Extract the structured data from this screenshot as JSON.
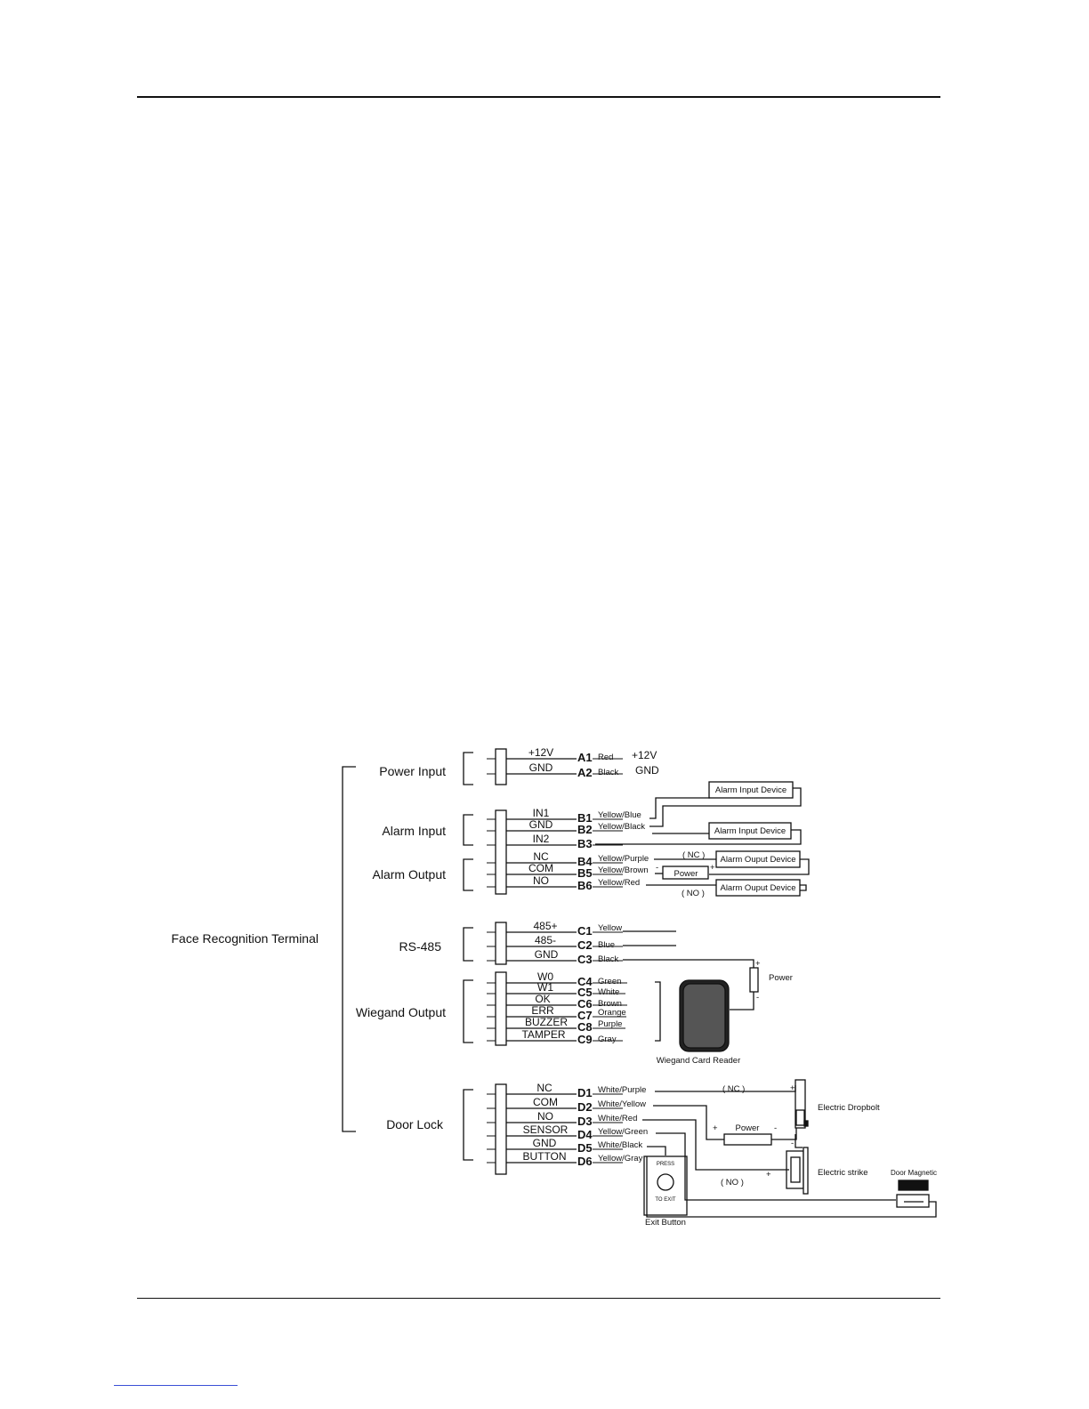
{
  "terminal_label": "Face Recognition Terminal",
  "groups": {
    "power_input": "Power Input",
    "alarm_input": "Alarm Input",
    "alarm_output": "Alarm Output",
    "rs485": "RS-485",
    "wiegand_output": "Wiegand Output",
    "door_lock": "Door Lock"
  },
  "pins": [
    {
      "name": "+12V",
      "id": "A1",
      "wire": "Red"
    },
    {
      "name": "GND",
      "id": "A2",
      "wire": "Black"
    },
    {
      "name": "IN1",
      "id": "B1",
      "wire": "Yellow/Blue"
    },
    {
      "name": "GND",
      "id": "B2",
      "wire": "Yellow/Black"
    },
    {
      "name": "IN2",
      "id": "B3",
      "wire": ""
    },
    {
      "name": "NC",
      "id": "B4",
      "wire": "Yellow/Purple"
    },
    {
      "name": "COM",
      "id": "B5",
      "wire": "Yellow/Brown"
    },
    {
      "name": "NO",
      "id": "B6",
      "wire": "Yellow/Red"
    },
    {
      "name": "485+",
      "id": "C1",
      "wire": "Yellow"
    },
    {
      "name": "485-",
      "id": "C2",
      "wire": "Blue"
    },
    {
      "name": "GND",
      "id": "C3",
      "wire": "Black"
    },
    {
      "name": "W0",
      "id": "C4",
      "wire": "Green"
    },
    {
      "name": "W1",
      "id": "C5",
      "wire": "White"
    },
    {
      "name": "OK",
      "id": "C6",
      "wire": "Brown"
    },
    {
      "name": "ERR",
      "id": "C7",
      "wire": "Orange"
    },
    {
      "name": "BUZZER",
      "id": "C8",
      "wire": "Purple"
    },
    {
      "name": "TAMPER",
      "id": "C9",
      "wire": "Gray"
    },
    {
      "name": "NC",
      "id": "D1",
      "wire": "White/Purple"
    },
    {
      "name": "COM",
      "id": "D2",
      "wire": "White/Yellow"
    },
    {
      "name": "NO",
      "id": "D3",
      "wire": "White/Red"
    },
    {
      "name": "SENSOR",
      "id": "D4",
      "wire": "Yellow/Green"
    },
    {
      "name": "GND",
      "id": "D5",
      "wire": "White/Black"
    },
    {
      "name": "BUTTON",
      "id": "D6",
      "wire": "Yellow/Gray"
    }
  ],
  "power_labels": {
    "v12": "+12V",
    "gnd": "GND"
  },
  "devices": {
    "alarm_input_device": "Alarm Input Device",
    "alarm_output_device": "Alarm Ouput Device",
    "power": "Power",
    "wiegand_card_reader": "Wiegand Card Reader",
    "electric_dropbolt": "Electric Dropbolt",
    "electric_strike": "Electric strike",
    "door_magnetic": "Door Magnetic",
    "exit_button": "Exit Button",
    "exit_button_top": "PRESS",
    "exit_button_bottom": "TO EXIT"
  },
  "annotations": {
    "nc": "( NC )",
    "no": "( NO )",
    "plus": "+",
    "minus": "-"
  }
}
